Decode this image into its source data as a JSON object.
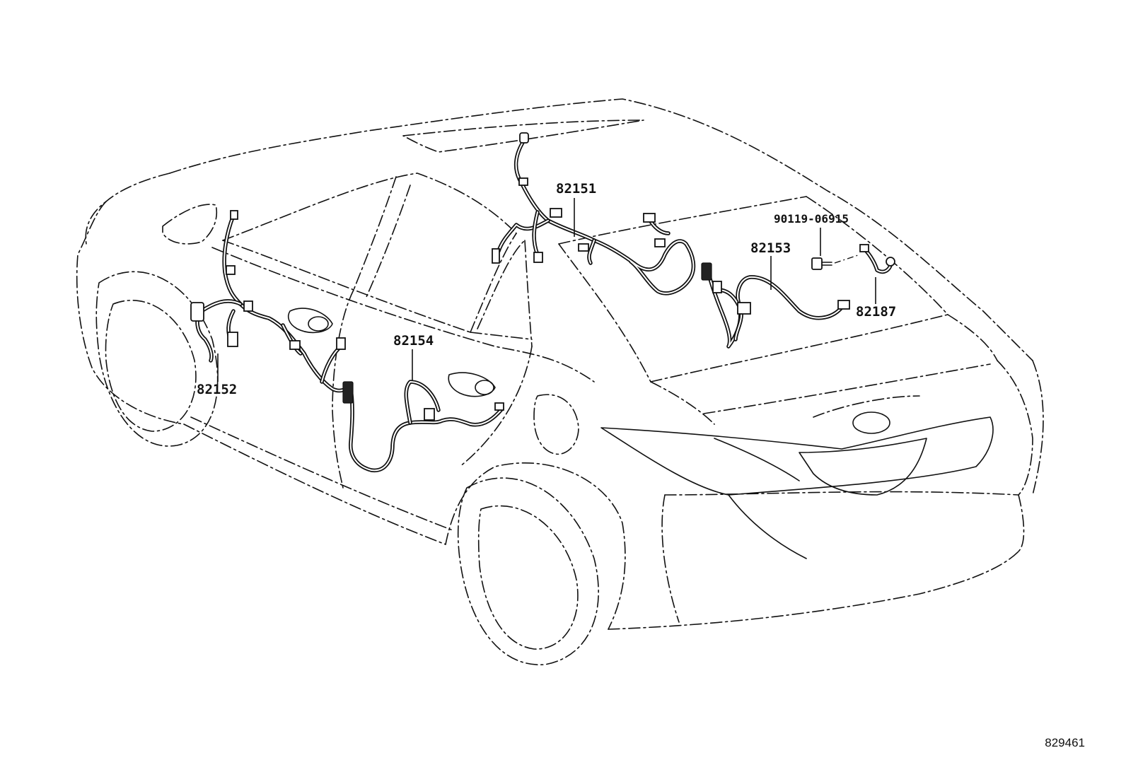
{
  "parts": [
    {
      "id": "harness-82151",
      "number": "82151"
    },
    {
      "id": "harness-82152",
      "number": "82152"
    },
    {
      "id": "harness-82153",
      "number": "82153"
    },
    {
      "id": "harness-82154",
      "number": "82154"
    },
    {
      "id": "harness-82187",
      "number": "82187"
    },
    {
      "id": "bolt-90119",
      "number": "90119-06915"
    }
  ],
  "diagram_id": "829461",
  "colors": {
    "line": "#111111",
    "background": "#ffffff"
  }
}
